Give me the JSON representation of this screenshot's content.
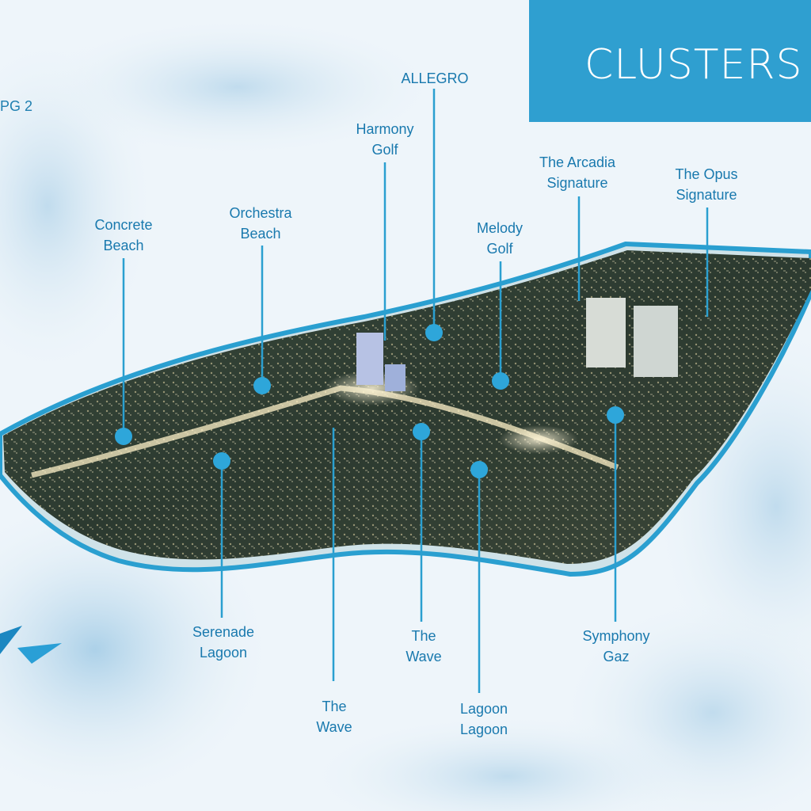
{
  "header": {
    "title": "CLUSTERS"
  },
  "edge_label": "PG 2",
  "colors": {
    "accent": "#2f9fd0",
    "line": "#2a9fd0",
    "label": "#1979ae",
    "dot": "#2ea6da"
  },
  "clusters": [
    {
      "id": "concrete-beach",
      "lines": [
        "Concrete",
        "Beach"
      ]
    },
    {
      "id": "orchestra-beach",
      "lines": [
        "Orchestra",
        "Beach"
      ]
    },
    {
      "id": "harmony-golf",
      "lines": [
        "Harmony",
        "Golf"
      ]
    },
    {
      "id": "allegro",
      "lines": [
        "ALLEGRO"
      ]
    },
    {
      "id": "melody-golf",
      "lines": [
        "Melody",
        "Golf"
      ]
    },
    {
      "id": "the-arcadia-signature",
      "lines": [
        "The Arcadia",
        "Signature"
      ]
    },
    {
      "id": "the-opus-signature",
      "lines": [
        "The Opus",
        "Signature"
      ]
    },
    {
      "id": "serenade-lagoon",
      "lines": [
        "Serenade",
        "Lagoon"
      ]
    },
    {
      "id": "the-wave-1",
      "lines": [
        "The",
        "Wave"
      ]
    },
    {
      "id": "the-wave-2",
      "lines": [
        "The",
        "Wave"
      ]
    },
    {
      "id": "lagoon-lagoon",
      "lines": [
        "Lagoon",
        "Lagoon"
      ]
    },
    {
      "id": "symphony-gaz",
      "lines": [
        "Symphony",
        "Gaz"
      ]
    }
  ]
}
